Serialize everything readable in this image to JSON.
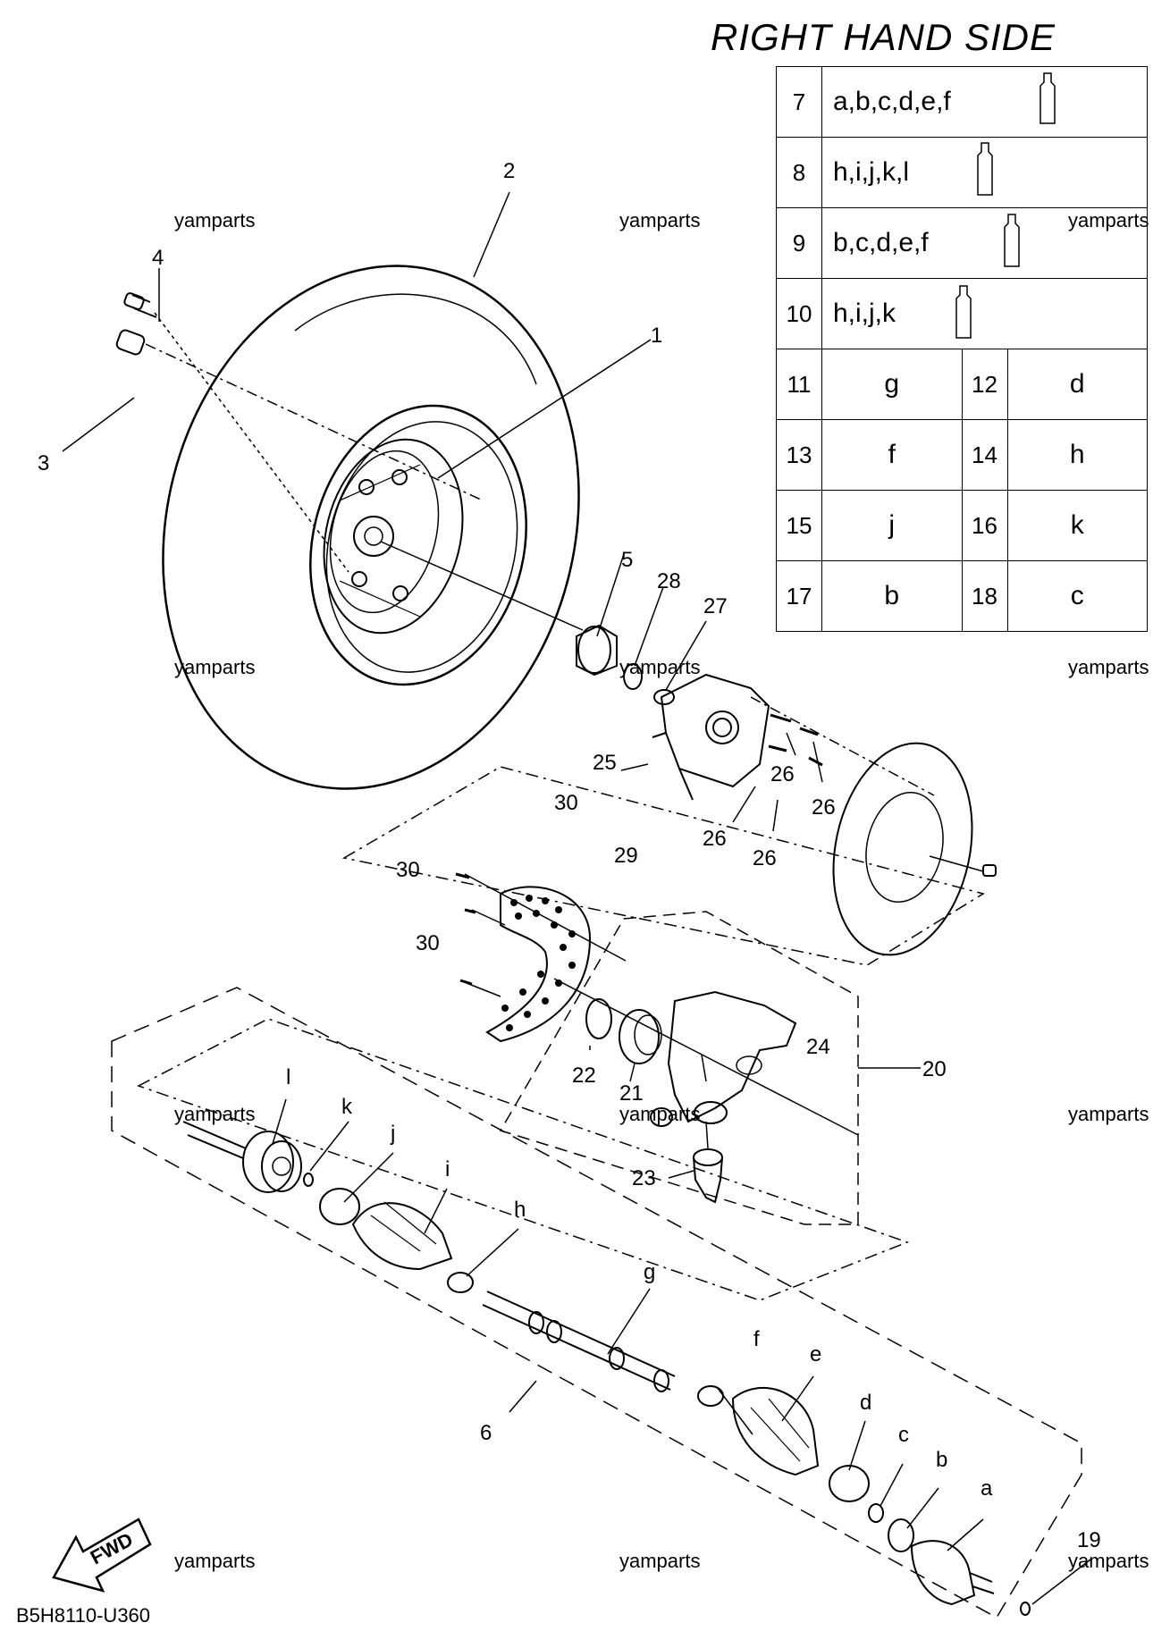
{
  "header": {
    "title": "RIGHT HAND SIDE"
  },
  "footer": {
    "code": "B5H8110-U360",
    "fwd": "FWD"
  },
  "watermark": "yamparts",
  "legend": {
    "long_rows": [
      {
        "num": "7",
        "letters": "a,b,c,d,e,f"
      },
      {
        "num": "8",
        "letters": "h,i,j,k,l"
      },
      {
        "num": "9",
        "letters": "b,c,d,e,f"
      },
      {
        "num": "10",
        "letters": "h,i,j,k"
      }
    ],
    "pair_rows": [
      {
        "n1": "11",
        "v1": "g",
        "n2": "12",
        "v2": "d"
      },
      {
        "n1": "13",
        "v1": "f",
        "n2": "14",
        "v2": "h"
      },
      {
        "n1": "15",
        "v1": "j",
        "n2": "16",
        "v2": "k"
      },
      {
        "n1": "17",
        "v1": "b",
        "n2": "18",
        "v2": "c"
      }
    ]
  },
  "callouts": {
    "c1": "1",
    "c2": "2",
    "c3": "3",
    "c4": "4",
    "c5": "5",
    "c6": "6",
    "c19": "19",
    "c20": "20",
    "c21": "21",
    "c22": "22",
    "c23": "23",
    "c24": "24",
    "c25": "25",
    "c26a": "26",
    "c26b": "26",
    "c26c": "26",
    "c26d": "26",
    "c27": "27",
    "c28": "28",
    "c29": "29",
    "c30a": "30",
    "c30b": "30",
    "c30c": "30",
    "ca": "a",
    "cb": "b",
    "cc": "c",
    "cd": "d",
    "ce": "e",
    "cf": "f",
    "cg": "g",
    "ch": "h",
    "ci": "i",
    "cj": "j",
    "ck": "k",
    "cl": "l"
  }
}
